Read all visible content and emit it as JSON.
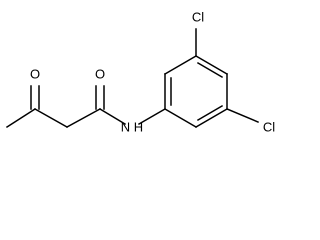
{
  "molecule": {
    "atoms": {
      "o1": "O",
      "o2": "O",
      "nh": "N H",
      "cl1": "Cl",
      "cl2": "Cl"
    },
    "colors": {
      "bond": "#000000",
      "text": "#000000",
      "background": "#ffffff"
    }
  }
}
